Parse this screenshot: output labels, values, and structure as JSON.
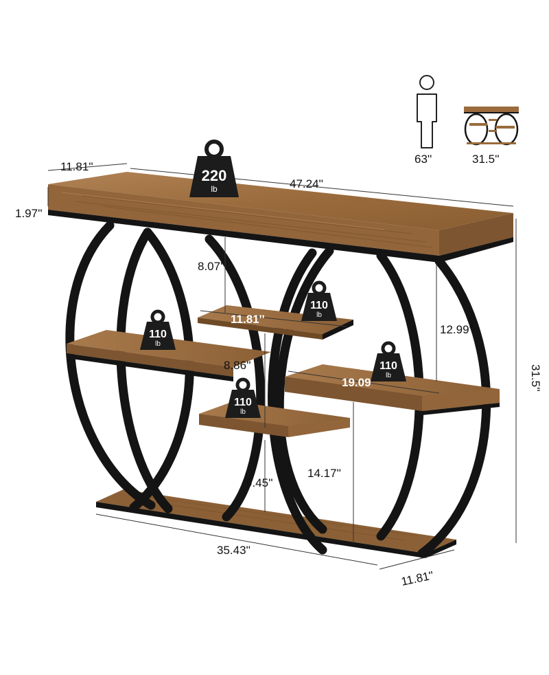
{
  "colors": {
    "frame": "#141414",
    "wood": "#9a6b3c",
    "wood_dark": "#6e4a26",
    "wood_light": "#b8875a",
    "weight_fill": "#1c1c1c"
  },
  "icons": {
    "person": "person-silhouette-icon",
    "side_view": "console-table-side-view-icon",
    "weight": "kettlebell-weight-icon"
  },
  "scale_reference": {
    "person_height": "63''",
    "table_height": "31.5''"
  },
  "dimensions": {
    "top_depth": "11.81''",
    "top_width": "47.24''",
    "top_thickness": "1.97''",
    "total_height": "31.5''",
    "top_gap": "8.07''",
    "right_gap": "12.99''",
    "small_shelf_width": "11.81''",
    "middle_gap": "8.86''",
    "large_shelf_width": "19.09''",
    "lower_gap": "9.45''",
    "bottom_gap": "14.17''",
    "base_width": "35.43''",
    "base_depth": "11.81''"
  },
  "weights": {
    "top": {
      "value": "220",
      "unit": "lb"
    },
    "upper_right_shelf": {
      "value": "110",
      "unit": "lb"
    },
    "left_shelf": {
      "value": "110",
      "unit": "lb"
    },
    "right_shelf": {
      "value": "110",
      "unit": "lb"
    },
    "center_lower_shelf": {
      "value": "110",
      "unit": "lb"
    }
  }
}
